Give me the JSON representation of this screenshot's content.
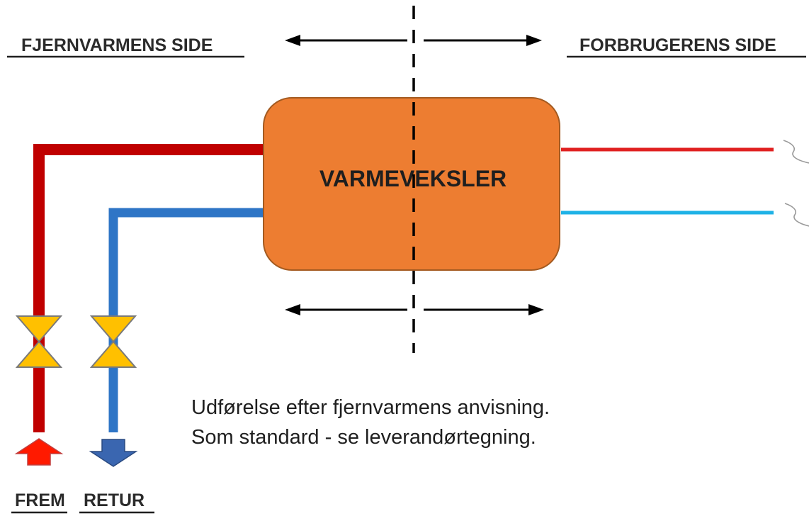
{
  "labels": {
    "left_side": "FJERNVARMENS SIDE",
    "right_side": "FORBRUGERENS SIDE",
    "exchanger": "VARMEVEKSLER",
    "supply": "FREM",
    "return": "RETUR"
  },
  "note": {
    "line1": "Udførelse efter fjernvarmens anvisning.",
    "line2": "Som standard - se leverandørtegning."
  },
  "colors": {
    "supply_pipe": "#c00000",
    "return_pipe": "#2e75c6",
    "consumer_supply": "#e02020",
    "consumer_return": "#1fb2e6",
    "exchanger_fill": "#ed7d31",
    "exchanger_stroke": "#a35a20",
    "valve_fill": "#ffc000",
    "supply_arrow": "#ff1a00",
    "return_arrow": "#3a66b0"
  }
}
